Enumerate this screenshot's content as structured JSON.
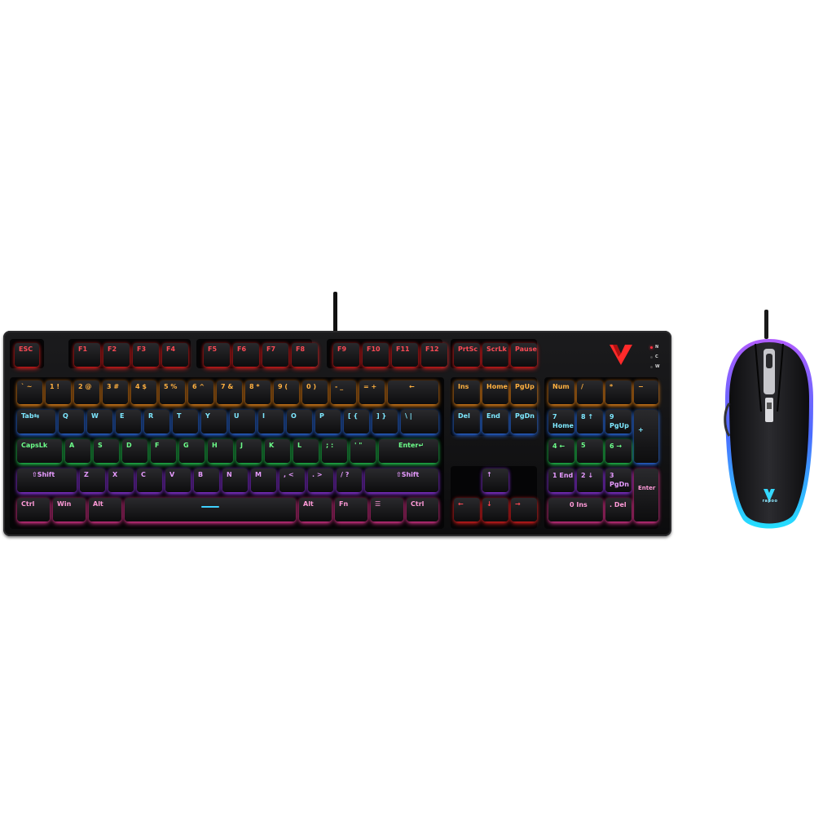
{
  "product": {
    "mouse_brand": "rapoo",
    "lock_indicators": [
      "N",
      "C",
      "W"
    ]
  },
  "colors": {
    "background": "#ffffff",
    "body": "#111113",
    "accent_logo": "#ff2a2a",
    "mouse_brand": "#8fe8ff"
  },
  "keys": {
    "esc": "ESC",
    "f1": "F1",
    "f2": "F2",
    "f3": "F3",
    "f4": "F4",
    "f5": "F5",
    "f6": "F6",
    "f7": "F7",
    "f8": "F8",
    "f9": "F9",
    "f10": "F10",
    "f11": "F11",
    "f12": "F12",
    "prtsc": "PrtSc",
    "scrlk": "ScrLk",
    "pause": "Pause",
    "grave": "` ~",
    "n1": "1 !",
    "n2": "2 @",
    "n3": "3 #",
    "n4": "4 $",
    "n5": "5 %",
    "n6": "6 ^",
    "n7": "7 &",
    "n8": "8 *",
    "n9": "9 (",
    "n0": "0 )",
    "minus": "- _",
    "equal": "= +",
    "backspace": "←",
    "tab": "Tab⇆",
    "q": "Q",
    "w": "W",
    "e": "E",
    "r": "R",
    "t": "T",
    "y": "Y",
    "u": "U",
    "i": "I",
    "o": "O",
    "p": "P",
    "lbracket": "[ {",
    "rbracket": "] }",
    "backslash": "\\ |",
    "capslock": "CapsLk",
    "a": "A",
    "s": "S",
    "d": "D",
    "f": "F",
    "g": "G",
    "h": "H",
    "j": "J",
    "k": "K",
    "l": "L",
    "semicolon": "; :",
    "quote": "' \"",
    "enter": "Enter↵",
    "lshift": "⇧Shift",
    "z": "Z",
    "x": "X",
    "c": "C",
    "v": "V",
    "b": "B",
    "n": "N",
    "m": "M",
    "comma": ", <",
    "period": ". >",
    "slash": "/ ?",
    "rshift": "⇧Shift",
    "lctrl": "Ctrl",
    "win": "Win",
    "lalt": "Alt",
    "ralt": "Alt",
    "fn": "Fn",
    "menu": "☰",
    "rctrl": "Ctrl",
    "ins": "Ins",
    "home": "Home",
    "pgup": "PgUp",
    "del": "Del",
    "end": "End",
    "pgdn": "PgDn",
    "up": "↑",
    "left": "←",
    "down": "↓",
    "right": "→",
    "numlock": "Num",
    "np_div": "/",
    "np_mul": "*",
    "np_sub": "−",
    "np7": "7 Home",
    "np8": "8 ↑",
    "np9": "9 PgUp",
    "np_add": "+",
    "np4": "4 ←",
    "np5": "5",
    "np6": "6 →",
    "np1": "1 End",
    "np2": "2 ↓",
    "np3": "3 PgDn",
    "np_enter": "Enter",
    "np0": "0 Ins",
    "np_dot": ". Del"
  }
}
